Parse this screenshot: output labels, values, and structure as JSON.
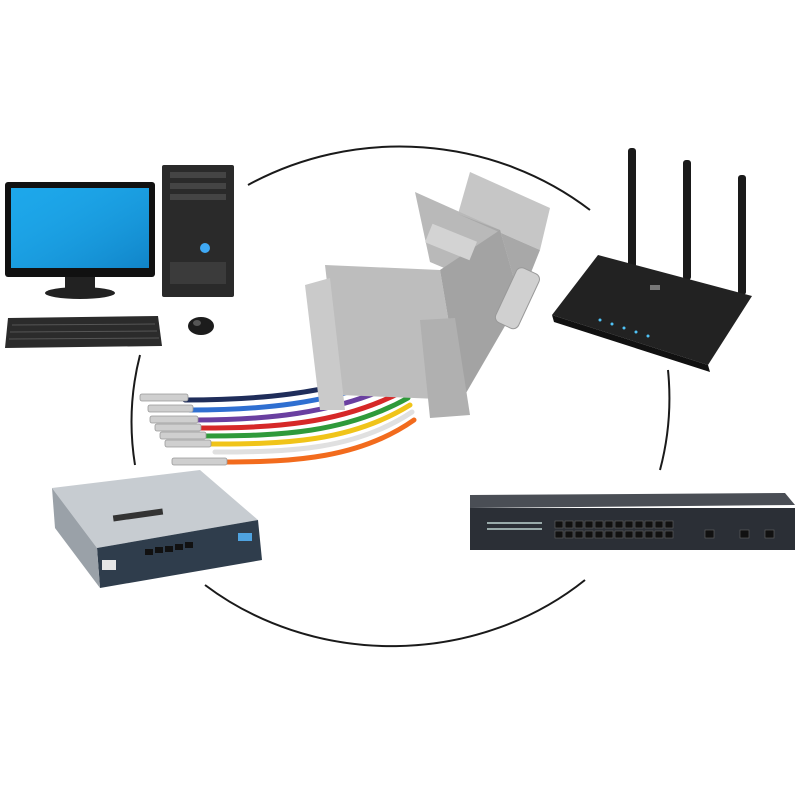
{
  "scene": {
    "background": "#ffffff",
    "ring_color": "#1a1a1a",
    "devices": [
      {
        "name": "desktop-computer",
        "icon": "desktop-computer-icon"
      },
      {
        "name": "wireless-router",
        "icon": "router-icon"
      },
      {
        "name": "network-switch",
        "icon": "switch-icon"
      },
      {
        "name": "vpn-router",
        "icon": "vpn-router-icon"
      },
      {
        "name": "db9-to-rj45-adapter",
        "icon": "adapter-icon"
      }
    ],
    "wire_colors": [
      "#1f2d5a",
      "#2f6fd1",
      "#6a3fa0",
      "#d62828",
      "#2f9a3a",
      "#f0c419",
      "#e0e0e0",
      "#f26b1d"
    ]
  }
}
